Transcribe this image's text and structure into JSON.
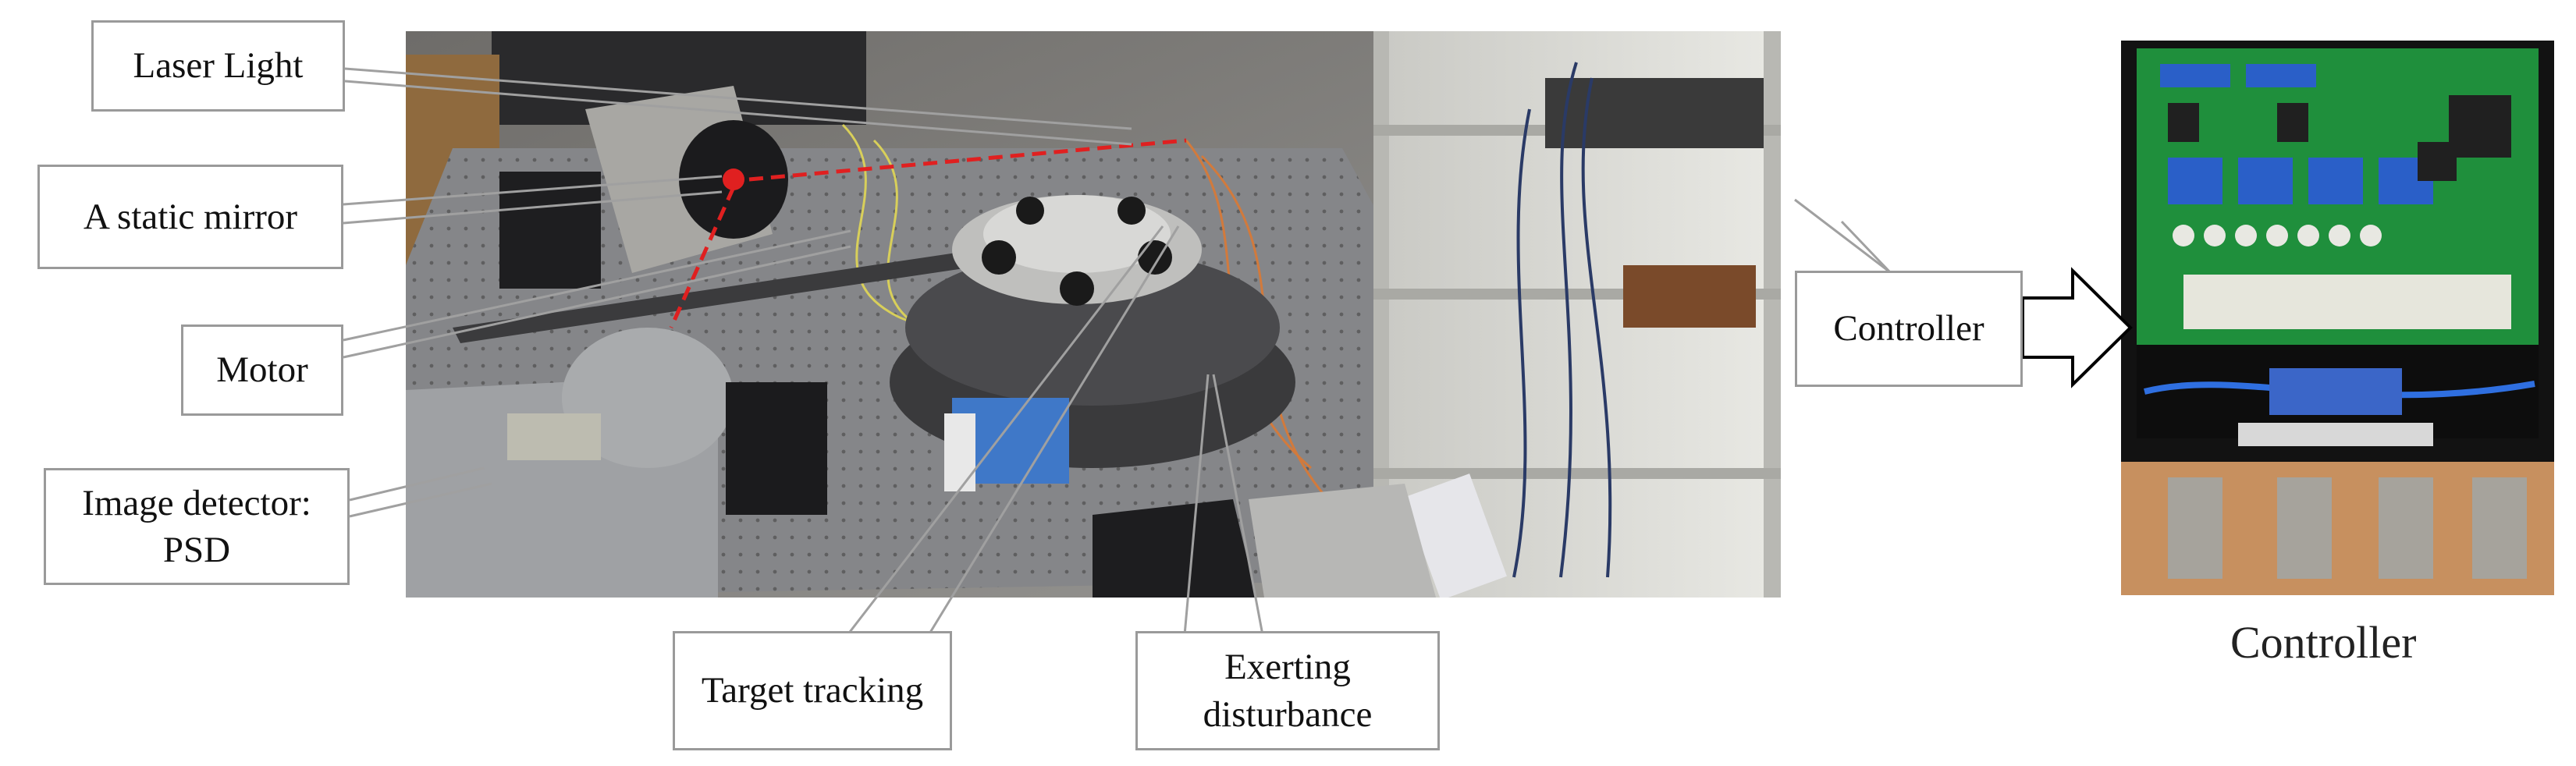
{
  "labels": {
    "laser_light": "Laser Light",
    "static_mirror": "A static mirror",
    "motor": "Motor",
    "image_detector": "Image detector:\nPSD",
    "target_tracking": "Target tracking",
    "exerting_disturbance": "Exerting\ndisturbance",
    "controller": "Controller"
  },
  "controller_caption": "Controller",
  "colors": {
    "label_border": "#9a9a9a",
    "laser_beam": "#e02020",
    "arrow_stroke": "#000000"
  }
}
